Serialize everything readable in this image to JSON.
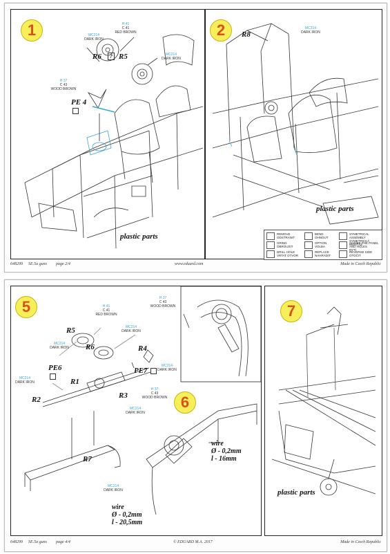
{
  "top_sheet": {
    "step1": {
      "number": "1",
      "parts": {
        "r6": "R6",
        "r5": "R5",
        "pe4": "PE 4"
      },
      "paints": [
        {
          "code": "MC214",
          "line2": "DARK IRON",
          "line3": ""
        },
        {
          "code": "H 41",
          "line2": "C 41",
          "line3": "RED BROWN"
        },
        {
          "code": "MC214",
          "line2": "DARK IRON",
          "line3": ""
        },
        {
          "code": "H 37",
          "line2": "C 43",
          "line3": "WOOD BROWN"
        }
      ],
      "unknown_box": "?",
      "plastic_label": "plastic parts"
    },
    "step2": {
      "number": "2",
      "parts": {
        "r8": "R8"
      },
      "paints": [
        {
          "code": "MC214",
          "line2": "DARK IRON",
          "line3": ""
        }
      ],
      "plastic_label": "plastic parts"
    },
    "legend": [
      {
        "en": "REMOVE",
        "cz": "ODSTRANIT"
      },
      {
        "en": "BEND",
        "cz": "OHNOUT"
      },
      {
        "en": "SYMETRICAL ASSEMBLY",
        "cz": "SYMETRICKÁ MONTÁŽ"
      },
      {
        "en": "GRIND",
        "cz": "OBROUSIT"
      },
      {
        "en": "OPTION",
        "cz": "VOLBA"
      },
      {
        "en": "SCRIBE THE PANEL AND HOLES",
        "cz": "RYTÍ"
      },
      {
        "en": "DRILL HOLE",
        "cz": "VRTAT OTVOR"
      },
      {
        "en": "REPLACE",
        "cz": "NAHRADIT"
      },
      {
        "en": "REVERSE SIDE",
        "cz": "OTOČIT"
      }
    ],
    "footer": {
      "code": "648299",
      "title": "SE.5a guns",
      "page": "page 2/4",
      "url": "www.eduard.com",
      "made": "Made in Czech Republic"
    }
  },
  "bottom_sheet": {
    "step5": {
      "number": "5",
      "parts": {
        "r5": "R5",
        "r6": "R6",
        "r4": "R4",
        "pe6": "PE6",
        "pe7": "PE7",
        "r1": "R1",
        "r2": "R2",
        "r3": "R3",
        "r7": "R7"
      },
      "paints": [
        {
          "code": "H 41",
          "line2": "C 41",
          "line3": "RED BROWN"
        },
        {
          "code": "H 37",
          "line2": "C 43",
          "line3": "WOOD BROWN"
        },
        {
          "code": "MC214",
          "line2": "DARK IRON",
          "line3": ""
        },
        {
          "code": "MC214",
          "line2": "DARK IRON",
          "line3": ""
        },
        {
          "code": "MC214",
          "line2": "DARK IRON",
          "line3": ""
        },
        {
          "code": "MC214",
          "line2": "DARK IRON",
          "line3": ""
        },
        {
          "code": "H 37",
          "line2": "C 43",
          "line3": "WOOD BROWN"
        },
        {
          "code": "MC214",
          "line2": "DARK IRON",
          "line3": ""
        },
        {
          "code": "MC214",
          "line2": "DARK IRON",
          "line3": ""
        }
      ],
      "wire": {
        "title": "wire",
        "dia": "Ø - 0,2mm",
        "len": "l - 20,5mm"
      }
    },
    "step6": {
      "number": "6",
      "wire": {
        "title": "wire",
        "dia": "Ø - 0,2mm",
        "len": "l - 16mm"
      }
    },
    "step7": {
      "number": "7",
      "plastic_label": "plastic parts"
    },
    "footer": {
      "code": "648299",
      "title": "SE.5a guns",
      "page": "page 4/4",
      "copyright": "© EDUARD  M.A. 2017",
      "made": "Made in Czech Republic"
    }
  },
  "colors": {
    "step_fill": "#f7ef5a",
    "step_text": "#d9501b",
    "paint_code": "#3aa6d8",
    "ink": "#111111"
  }
}
